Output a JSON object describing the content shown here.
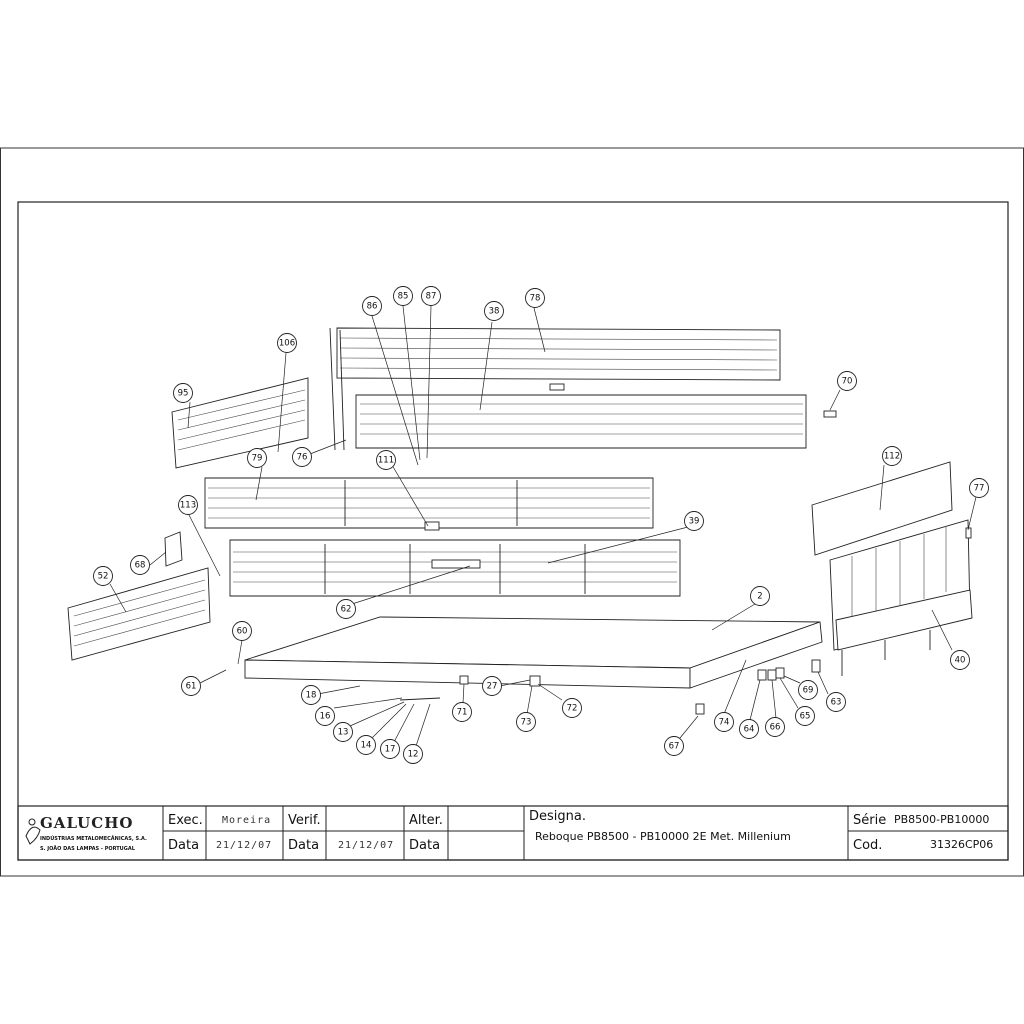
{
  "balloons": [
    "86",
    "85",
    "87",
    "38",
    "78",
    "106",
    "95",
    "76",
    "70",
    "79",
    "111",
    "113",
    "39",
    "112",
    "77",
    "68",
    "52",
    "62",
    "2",
    "40",
    "60",
    "61",
    "18",
    "16",
    "13",
    "14",
    "17",
    "12",
    "71",
    "27",
    "73",
    "72",
    "74",
    "64",
    "66",
    "65",
    "69",
    "63",
    "67"
  ],
  "title_block": {
    "company_logo": "GALUCHO",
    "company_line1": "INDÚSTRIAS METALOMECÂNICAS, S.A.",
    "company_line2": "S. JOÃO DAS LAMPAS - PORTUGAL",
    "exec_label": "Exec.",
    "exec_value": "Moreira",
    "verif_label": "Verif.",
    "alter_label": "Alter.",
    "data_label": "Data",
    "exec_date": "21/12/07",
    "verif_date": "21/12/07",
    "designa_label": "Designa.",
    "designa_value": "Reboque PB8500 - PB10000 2E Met. Millenium",
    "serie_label": "Série",
    "serie_value": "PB8500-PB10000",
    "cod_label": "Cod.",
    "cod_value": "31326CP06"
  }
}
